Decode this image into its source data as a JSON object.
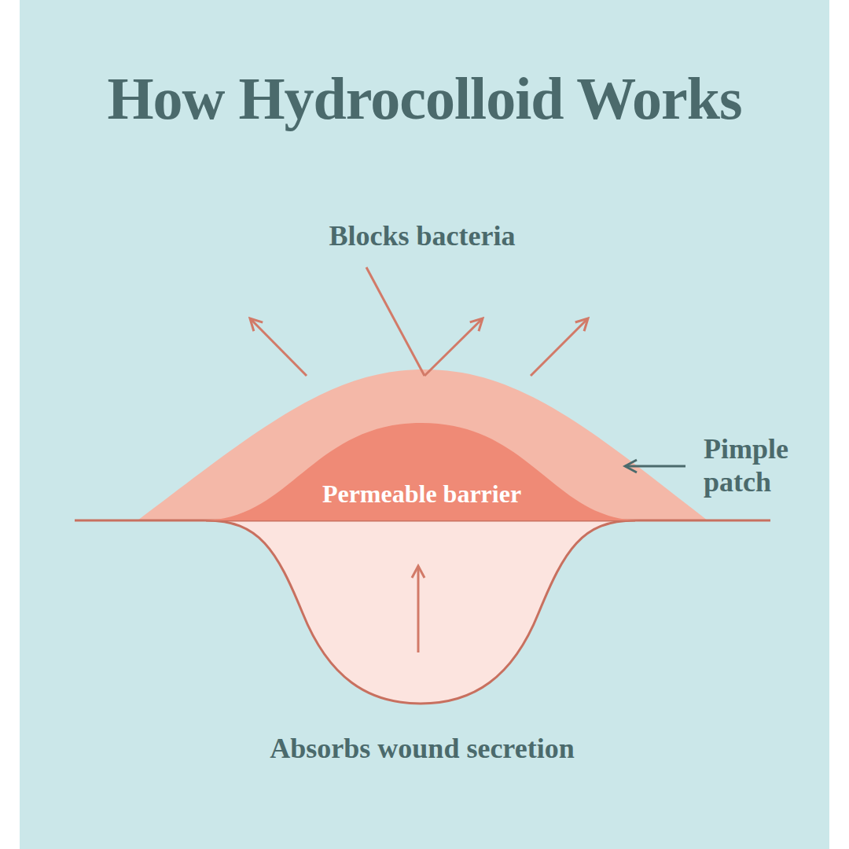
{
  "diagram": {
    "title": "How Hydrocolloid Works",
    "nodes": [
      {
        "text": [
          "Permeable barrier"
        ]
      }
    ],
    "labels": [
      "Blocks bacteria",
      "Pimple patch",
      "Absorbs wound secretion"
    ]
  }
}
